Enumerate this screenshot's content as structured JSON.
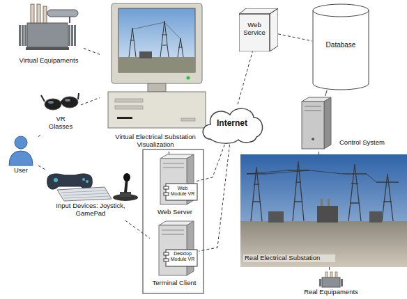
{
  "diagram": {
    "nodes": [
      {
        "text": [
          "Virtual Equipaments"
        ]
      },
      {
        "text": [
          "Virtual Electrical Substation Visualization"
        ]
      },
      {
        "text": [
          "VR Glasses"
        ]
      },
      {
        "text": [
          "User"
        ]
      },
      {
        "text": [
          "Input Devices: Joystick, GamePad"
        ]
      },
      {
        "text": [
          "Web Service"
        ]
      },
      {
        "text": [
          "Database"
        ]
      },
      {
        "text": [
          "Internet"
        ]
      },
      {
        "text": [
          "Control System"
        ]
      },
      {
        "text": [
          "Web Module VR",
          "Web Server"
        ]
      },
      {
        "text": [
          "Desktop Module VR",
          "Terminal Client"
        ]
      },
      {
        "text": [
          "Real Electrical Substation"
        ]
      },
      {
        "text": [
          "Real Equipaments"
        ]
      }
    ],
    "edges": [
      {
        "from": 0,
        "to": 1,
        "arrow": "none"
      },
      {
        "from": 2,
        "to": 1,
        "arrow": "none"
      },
      {
        "from": 3,
        "to": 2,
        "arrow": "none"
      },
      {
        "from": 3,
        "to": 4,
        "arrow": "none"
      },
      {
        "from": 4,
        "to": 10,
        "arrow": "none"
      },
      {
        "from": 1,
        "to": 9,
        "arrow": "none"
      },
      {
        "from": 7,
        "to": 5,
        "arrow": "none"
      },
      {
        "from": 5,
        "to": 6,
        "arrow": "none"
      },
      {
        "from": 6,
        "to": 8,
        "arrow": "none"
      },
      {
        "from": 8,
        "to": 11,
        "arrow": "none"
      },
      {
        "from": 11,
        "to": 12,
        "arrow": "none"
      },
      {
        "from": 7,
        "to": 9,
        "arrow": "none"
      },
      {
        "from": 7,
        "to": 10,
        "arrow": "none"
      }
    ]
  }
}
